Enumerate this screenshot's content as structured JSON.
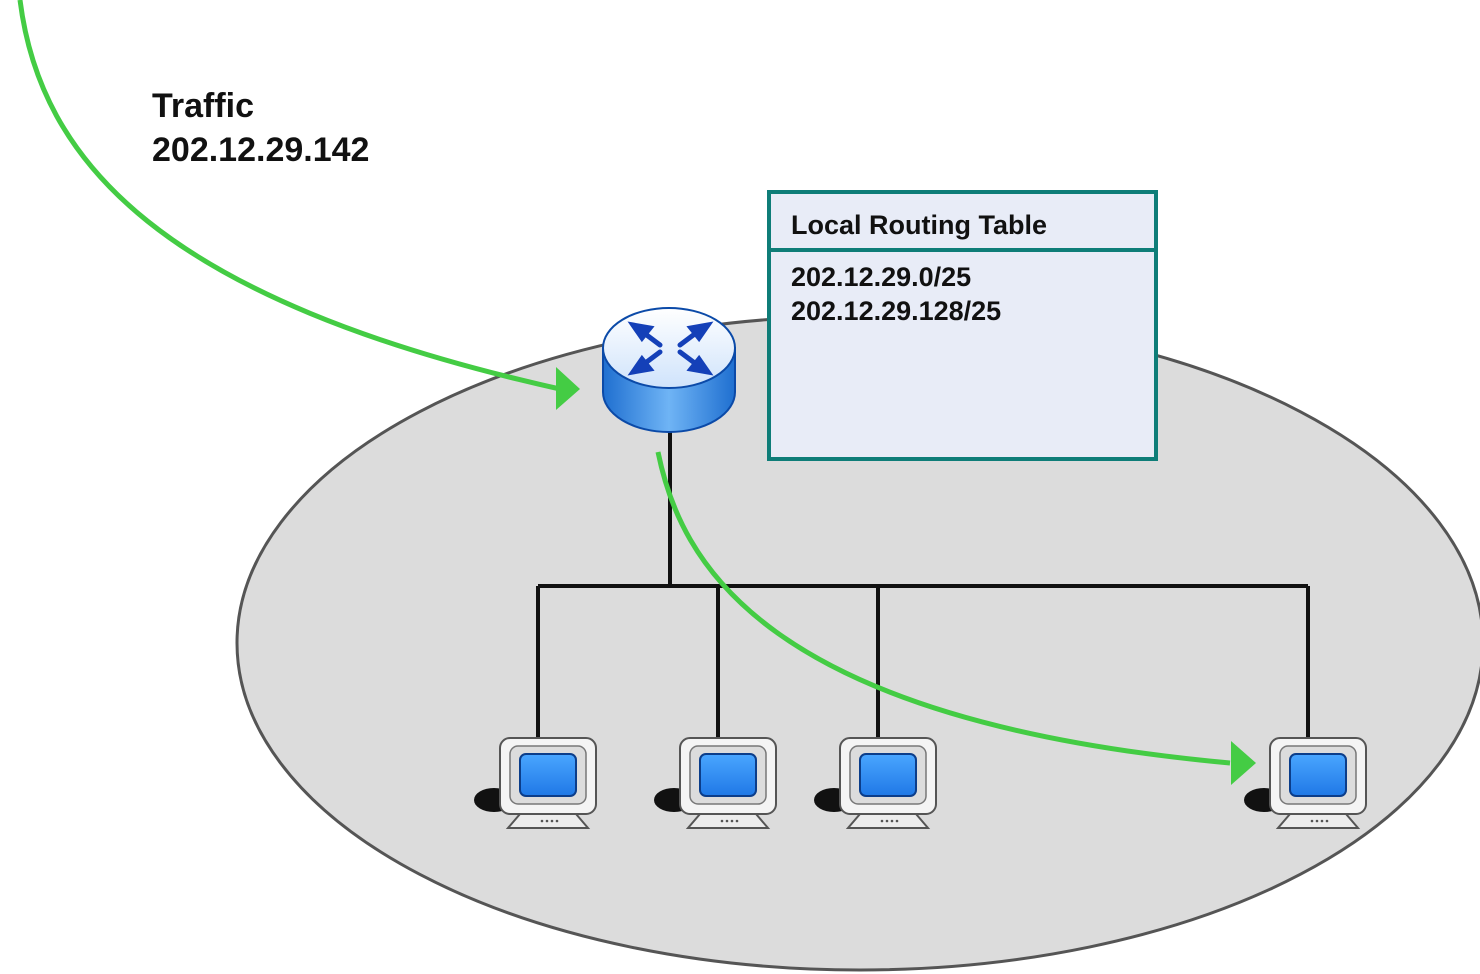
{
  "traffic": {
    "label": "Traffic",
    "address": "202.12.29.142"
  },
  "routing_table": {
    "title": "Local Routing Table",
    "entries": [
      "202.12.29.0/25",
      "202.12.29.128/25"
    ]
  },
  "colors": {
    "network_fill": "#dcdcdc",
    "network_border": "#555555",
    "traffic_arrow": "#44cc44",
    "table_border": "#0e7d78",
    "table_fill": "#e8ecf7",
    "router_blue": "#3a8ee0",
    "screen_blue": "#2f8ff0"
  },
  "icons": {
    "router": "router-icon",
    "host": "computer-icon"
  }
}
